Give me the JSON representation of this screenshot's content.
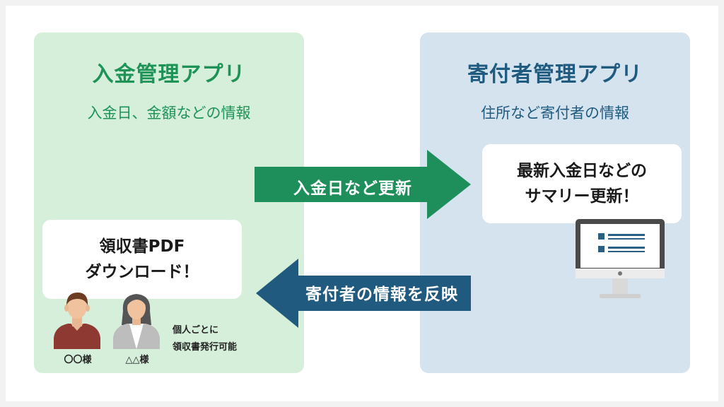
{
  "left_panel": {
    "title": "入金管理アプリ",
    "subtitle": "入金日、金額などの情報",
    "callout_line1": "領収書PDF",
    "callout_line2": "ダウンロード！",
    "persons": [
      {
        "name": "〇〇様"
      },
      {
        "name": "△△様"
      }
    ],
    "note_line1": "個人ごとに",
    "note_line2": "領収書発行可能"
  },
  "right_panel": {
    "title": "寄付者管理アプリ",
    "subtitle": "住所など寄付者の情報",
    "callout_line1": "最新入金日などの",
    "callout_line2": "サマリー更新！"
  },
  "arrows": {
    "to_right": "入金日など更新",
    "to_left": "寄付者の情報を反映"
  },
  "colors": {
    "green_panel": "#d6efda",
    "blue_panel": "#d5e3ef",
    "green_accent": "#1e9358",
    "blue_accent": "#1f5a7f",
    "arrow_green": "#1e8f5a",
    "arrow_blue": "#215a7f"
  }
}
